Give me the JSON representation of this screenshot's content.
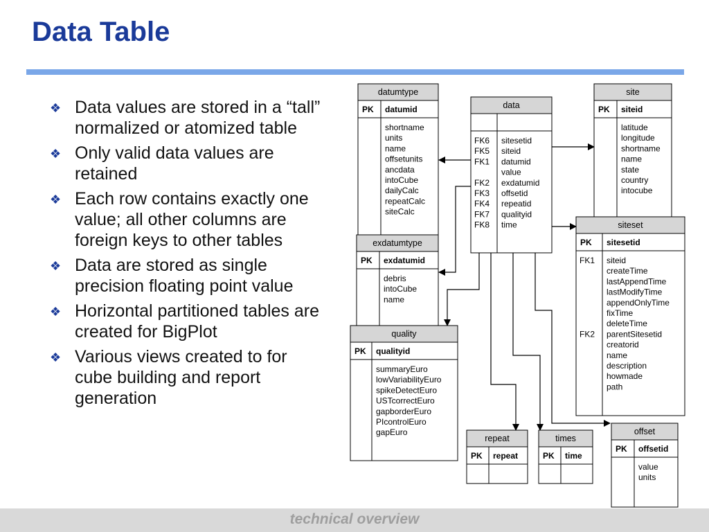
{
  "title": "Data Table",
  "bullets": [
    "Data values are stored in a “tall” normalized or atomized table",
    "Only valid data values are retained",
    "Each row contains exactly one value; all other columns are foreign keys to other tables",
    "Data are stored as single precision floating point value",
    "Horizontal partitioned tables are created for BigPlot",
    "Various views created to for cube building and report generation"
  ],
  "footer": "technical overview",
  "entities": {
    "datumtype": {
      "name": "datumtype",
      "pk_label": "PK",
      "pk_field": "datumid",
      "fields": [
        "shortname",
        "units",
        "name",
        "offsetunits",
        "ancdata",
        "intoCube",
        "dailyCalc",
        "repeatCalc",
        "siteCalc"
      ],
      "keys": []
    },
    "data": {
      "name": "data",
      "pk_label": "",
      "pk_field": "",
      "fields": [
        "sitesetid",
        "siteid",
        "datumid",
        "value",
        "exdatumid",
        "offsetid",
        "repeatid",
        "qualityid",
        "time"
      ],
      "keys": [
        "FK6",
        "FK5",
        "FK1",
        "",
        "FK2",
        "FK3",
        "FK4",
        "FK7",
        "FK8"
      ]
    },
    "site": {
      "name": "site",
      "pk_label": "PK",
      "pk_field": "siteid",
      "fields": [
        "latitude",
        "longitude",
        "shortname",
        "name",
        "state",
        "country",
        "intocube"
      ],
      "keys": []
    },
    "exdatumtype": {
      "name": "exdatumtype",
      "pk_label": "PK",
      "pk_field": "exdatumid",
      "fields": [
        "debris",
        "intoCube",
        "name"
      ],
      "keys": []
    },
    "siteset": {
      "name": "siteset",
      "pk_label": "PK",
      "pk_field": "sitesetid",
      "fields": [
        "siteid",
        "createTime",
        "lastAppendTime",
        "lastModifyTime",
        "appendOnlyTime",
        "fixTime",
        "deleteTime",
        "parentSitesetid",
        "creatorid",
        "name",
        "description",
        "howmade",
        "path"
      ],
      "keys": [
        "FK1",
        "",
        "",
        "",
        "",
        "",
        "",
        "FK2",
        "",
        "",
        "",
        "",
        ""
      ]
    },
    "quality": {
      "name": "quality",
      "pk_label": "PK",
      "pk_field": "qualityid",
      "fields": [
        "summaryEuro",
        "lowVariabilityEuro",
        "spikeDetectEuro",
        "USTcorrectEuro",
        "gapborderEuro",
        "PIcontrolEuro",
        "gapEuro"
      ],
      "keys": []
    },
    "repeat": {
      "name": "repeat",
      "pk_label": "PK",
      "pk_field": "repeat",
      "fields": [],
      "keys": []
    },
    "times": {
      "name": "times",
      "pk_label": "PK",
      "pk_field": "time",
      "fields": [],
      "keys": []
    },
    "offset": {
      "name": "offset",
      "pk_label": "PK",
      "pk_field": "offsetid",
      "fields": [
        "value",
        "units"
      ],
      "keys": []
    }
  }
}
